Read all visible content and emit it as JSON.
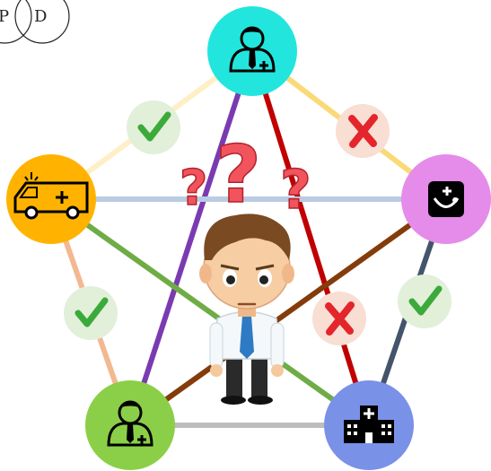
{
  "corner_venn": {
    "left_letter": "P",
    "right_letter": "D"
  },
  "nodes": [
    {
      "id": "doctor-top",
      "icon": "doctor-icon",
      "color": "#22E6DD"
    },
    {
      "id": "ambulance",
      "icon": "ambulance-icon",
      "color": "#FFB300"
    },
    {
      "id": "pharmacy",
      "icon": "medicine-box-icon",
      "color": "#E58BEA"
    },
    {
      "id": "doctor-bottom",
      "icon": "doctor-icon",
      "color": "#8BCF48"
    },
    {
      "id": "hospital",
      "icon": "hospital-icon",
      "color": "#7A91E8"
    }
  ],
  "edges": [
    {
      "from": "doctor-top",
      "to": "ambulance",
      "color": "#FFEFC6",
      "status": "check"
    },
    {
      "from": "doctor-top",
      "to": "pharmacy",
      "color": "#FAD978",
      "status": "cross"
    },
    {
      "from": "doctor-top",
      "to": "doctor-bottom",
      "color": "#7A3BB0",
      "status": "none"
    },
    {
      "from": "doctor-top",
      "to": "hospital",
      "color": "#C00000",
      "status": "cross"
    },
    {
      "from": "ambulance",
      "to": "pharmacy",
      "color": "#B9CCE2",
      "status": "none"
    },
    {
      "from": "ambulance",
      "to": "doctor-bottom",
      "color": "#F3B890",
      "status": "check"
    },
    {
      "from": "ambulance",
      "to": "hospital",
      "color": "#6FAC46",
      "status": "none"
    },
    {
      "from": "pharmacy",
      "to": "doctor-bottom",
      "color": "#843C0B",
      "status": "none"
    },
    {
      "from": "pharmacy",
      "to": "hospital",
      "color": "#44546A",
      "status": "check"
    },
    {
      "from": "doctor-bottom",
      "to": "hospital",
      "color": "#BDBDBD",
      "status": "none"
    }
  ],
  "center_figure": "confused-man",
  "question_mark_color": "#F2545E"
}
